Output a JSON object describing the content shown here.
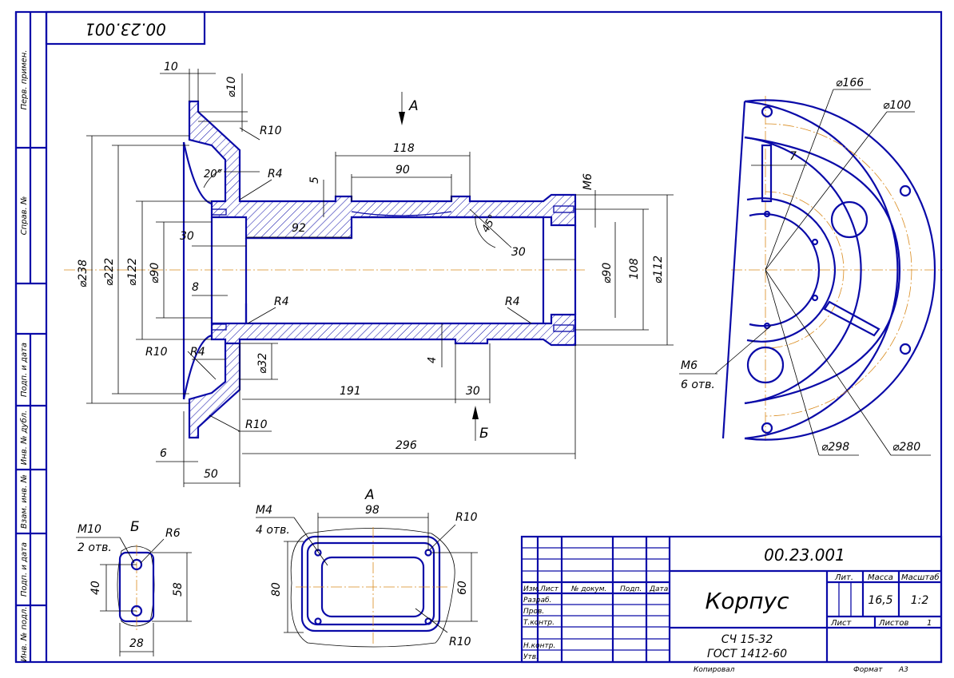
{
  "drawing": {
    "designation": "00.23.001",
    "designation_rotated": "00.23.001",
    "name": "Корпус",
    "material_line1": "СЧ 15-32",
    "material_line2": "ГОСТ 1412-60"
  },
  "side_labels": [
    "Перв. примен.",
    "Справ. №",
    "Подп. и дата",
    "Инв. № дубл.",
    "Взам. инв. №",
    "Подп. и дата",
    "Инв. № подл."
  ],
  "title_block": {
    "headers": {
      "izm": "Изм.",
      "list": "Лист",
      "doc_no": "№ докум.",
      "sign": "Подп.",
      "date": "Дата"
    },
    "roles": [
      "Разраб.",
      "Пров.",
      "Т.контр.",
      "",
      "Н.контр.",
      "Утв."
    ],
    "lit_label": "Лит.",
    "mass_label": "Масса",
    "scale_label": "Масштаб",
    "mass_value": "16,5",
    "scale_value": "1:2",
    "sheet_label": "Лист",
    "sheets_label": "Листов",
    "sheets_value": "1",
    "copied_label": "Копировал",
    "format_label": "Формат",
    "format_value": "A3"
  },
  "view_labels": {
    "view_a_arrow": "А",
    "view_b_arrow": "Б",
    "view_a_title": "А",
    "view_b_title": "Б"
  },
  "dims_main": {
    "d10_top": "10",
    "dia10": "⌀10",
    "r10_top": "R10",
    "angle20": "20°",
    "r4_top": "R4",
    "d5": "5",
    "d118": "118",
    "d90": "90",
    "m6": "M6",
    "d92": "92",
    "chamfer45": "45°",
    "d30_left": "30",
    "d30_right": "30",
    "dia238": "⌀238",
    "dia222": "⌀222",
    "dia122": "⌀122",
    "dia90_left": "⌀90",
    "d8": "8",
    "r4_mid_left": "R4",
    "r4_mid_right": "R4",
    "dia90_right": "⌀90",
    "d108": "108",
    "dia112": "⌀112",
    "r10_mid": "R10",
    "r4_low": "R4",
    "dia32": "⌀32",
    "d4": "4",
    "d191": "191",
    "d30_low": "30",
    "r10_low": "R10",
    "d296": "296",
    "d6": "6",
    "d50": "50"
  },
  "dims_flange": {
    "dia166": "⌀166",
    "dia100": "⌀100",
    "d7": "7",
    "m6": "M6",
    "holes": "6 отв.",
    "dia298": "⌀298",
    "dia280": "⌀280"
  },
  "dims_view_a": {
    "m4": "M4",
    "holes": "4 отв.",
    "d98": "98",
    "r10_top": "R10",
    "d80": "80",
    "d60": "60",
    "r10_bottom": "R10"
  },
  "dims_view_b": {
    "m10": "M10",
    "holes": "2 отв.",
    "r6": "R6",
    "d40": "40",
    "d58": "58",
    "d28": "28"
  }
}
